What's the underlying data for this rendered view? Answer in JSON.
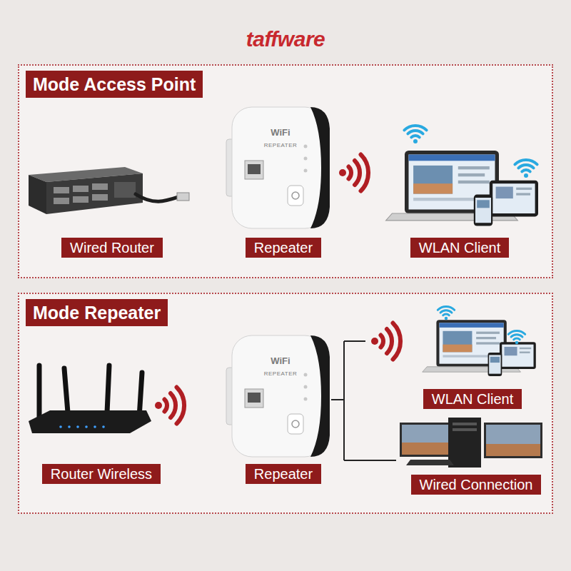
{
  "diagram": {
    "nodes": [
      {
        "text": [
          "Mode Access Point"
        ]
      },
      {
        "text": [
          "Wired Router"
        ],
        "in": 0
      },
      {
        "text": [
          "Repeater"
        ],
        "in": 0
      },
      {
        "text": [
          "WLAN Client"
        ],
        "in": 0
      },
      {
        "text": [
          "Mode Repeater"
        ]
      },
      {
        "text": [
          "Router Wireless"
        ],
        "in": 4
      },
      {
        "text": [
          "Repeater"
        ],
        "in": 4
      },
      {
        "text": [
          "WLAN Client"
        ],
        "in": 4
      },
      {
        "text": [
          "Wired Connection"
        ],
        "in": 4
      }
    ],
    "labels": [
      "taffware",
      "WiFi",
      "REPEATER",
      "WiFi",
      "REPEATER"
    ]
  }
}
